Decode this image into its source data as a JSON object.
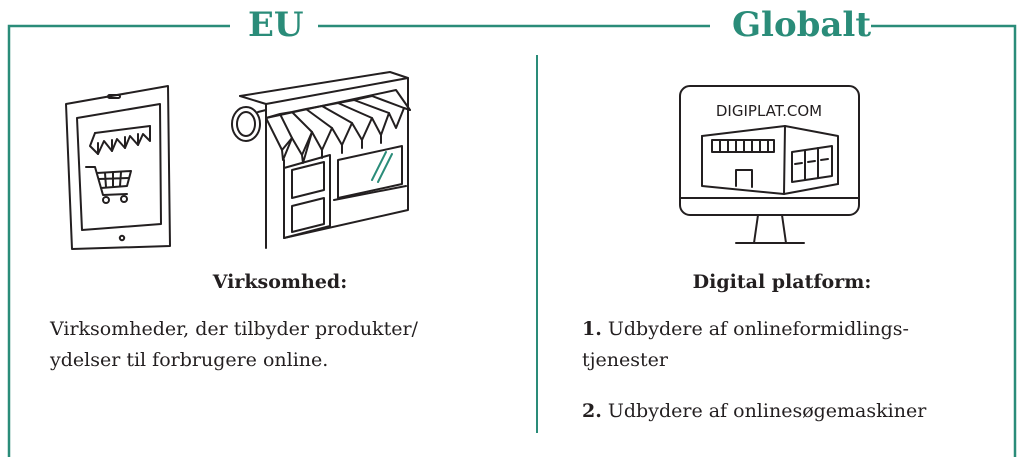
{
  "headings": {
    "eu": "EU",
    "global": "Globalt"
  },
  "eu": {
    "subtitle": "Virksomhed:",
    "desc_line1": "Virksomheder, der tilbyder produkter/",
    "desc_line2": "ydelser til forbrugere online."
  },
  "global": {
    "monitor_text": "DIGIPLAT.COM",
    "subtitle": "Digital platform:",
    "items": [
      {
        "number": "1.",
        "line1": " Udbydere af onlineformidlings-",
        "line2": "tjenester"
      },
      {
        "number": "2.",
        "line1": " Udbydere af onlinesøgemaskiner"
      }
    ]
  },
  "colors": {
    "accent": "#2a8c79",
    "ink": "#231f20"
  },
  "icons": [
    "tablet-shop-icon",
    "storefront-icon",
    "monitor-store-icon"
  ]
}
